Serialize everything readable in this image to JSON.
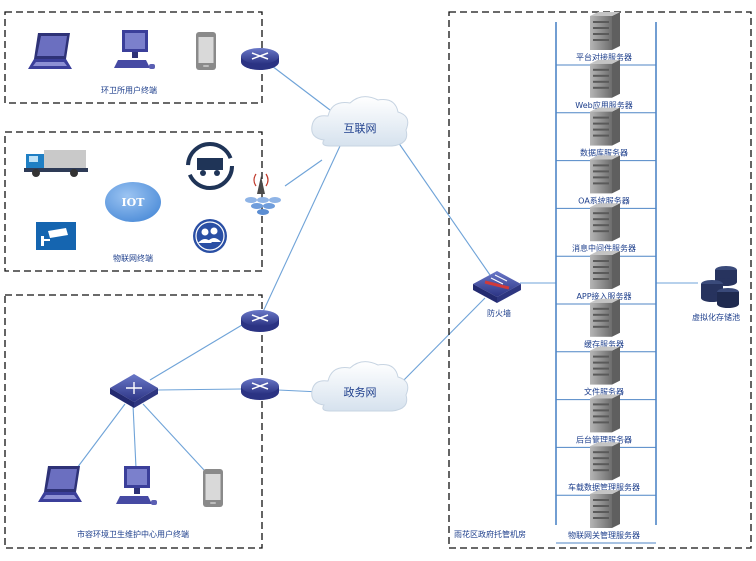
{
  "zones": {
    "sanitation_terminals": "环卫所用户终端",
    "iot_terminals": "物联网终端",
    "center_terminals": "市容环境卫生维护中心用户终端",
    "datacenter": "雨花区政府托管机房"
  },
  "clouds": {
    "internet": "互联网",
    "government_net": "政务网"
  },
  "iot_label": "IOT",
  "firewall": "防火墙",
  "storage": "虚拟化存储池",
  "servers": [
    "平台对接服务器",
    "Web应用服务器",
    "数据库服务器",
    "OA系统服务器",
    "消息中间件服务器",
    "APP接入服务器",
    "缓存服务器",
    "文件服务器",
    "后台管理服务器",
    "车载数据管理服务器",
    "物联网关管理服务器"
  ],
  "colors": {
    "link": "#6fa3d8",
    "label": "#1e3f8c",
    "device_blue": "#3b3f9a",
    "server_gray": "#8a8a8a"
  }
}
